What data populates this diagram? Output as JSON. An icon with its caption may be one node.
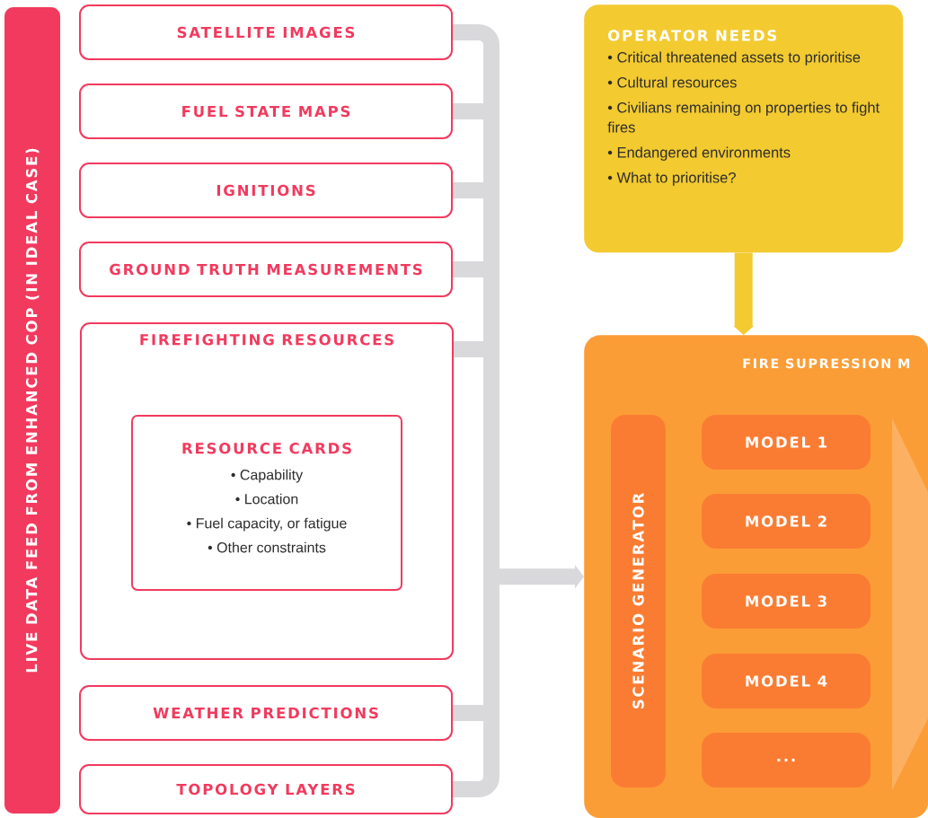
{
  "diagram": {
    "nodes": [
      {
        "text": [
          "LIVE DATA FEED FROM ENHANCED COP (IN IDEAL CASE)"
        ]
      },
      {
        "text": [
          "SATELLITE IMAGES"
        ]
      },
      {
        "text": [
          "FUEL STATE MAPS"
        ]
      },
      {
        "text": [
          "IGNITIONS"
        ]
      },
      {
        "text": [
          "GROUND TRUTH MEASUREMENTS"
        ]
      },
      {
        "text": [
          "FIREFIGHTING RESOURCES"
        ]
      },
      {
        "text": [
          "RESOURCE CARDS",
          "• Capability",
          "• Location",
          "• Fuel capacity, or fatigue",
          "• Other constraints"
        ],
        "in": 5
      },
      {
        "text": [
          "WEATHER PREDICTIONS"
        ]
      },
      {
        "text": [
          "TOPOLOGY LAYERS"
        ]
      },
      {
        "text": [
          "OPERATOR NEEDS",
          "• Critical threatened assets to prioritise",
          "• Cultural resources",
          "• Civilians remaining on properties to fight fires",
          "• Endangered environments",
          "• What to prioritise?"
        ]
      },
      {
        "text": [
          "FIRE SUPRESSION M"
        ]
      },
      {
        "text": [
          "SCENARIO GENERATOR"
        ],
        "in": 10
      },
      {
        "text": [
          "MODEL 1"
        ],
        "in": 10
      },
      {
        "text": [
          "MODEL 2"
        ],
        "in": 10
      },
      {
        "text": [
          "MODEL 3"
        ],
        "in": 10
      },
      {
        "text": [
          "MODEL 4"
        ],
        "in": 10
      },
      {
        "text": [
          "..."
        ],
        "in": 10
      }
    ],
    "edges": [
      {
        "from": 1,
        "to": 10,
        "arrow": "to"
      },
      {
        "from": 2,
        "to": 10,
        "arrow": "to"
      },
      {
        "from": 3,
        "to": 10,
        "arrow": "to"
      },
      {
        "from": 4,
        "to": 10,
        "arrow": "to"
      },
      {
        "from": 5,
        "to": 10,
        "arrow": "to"
      },
      {
        "from": 7,
        "to": 10,
        "arrow": "to"
      },
      {
        "from": 8,
        "to": 10,
        "arrow": "to"
      },
      {
        "from": 9,
        "to": 10,
        "arrow": "to",
        "color": "#f3ca30"
      }
    ]
  }
}
